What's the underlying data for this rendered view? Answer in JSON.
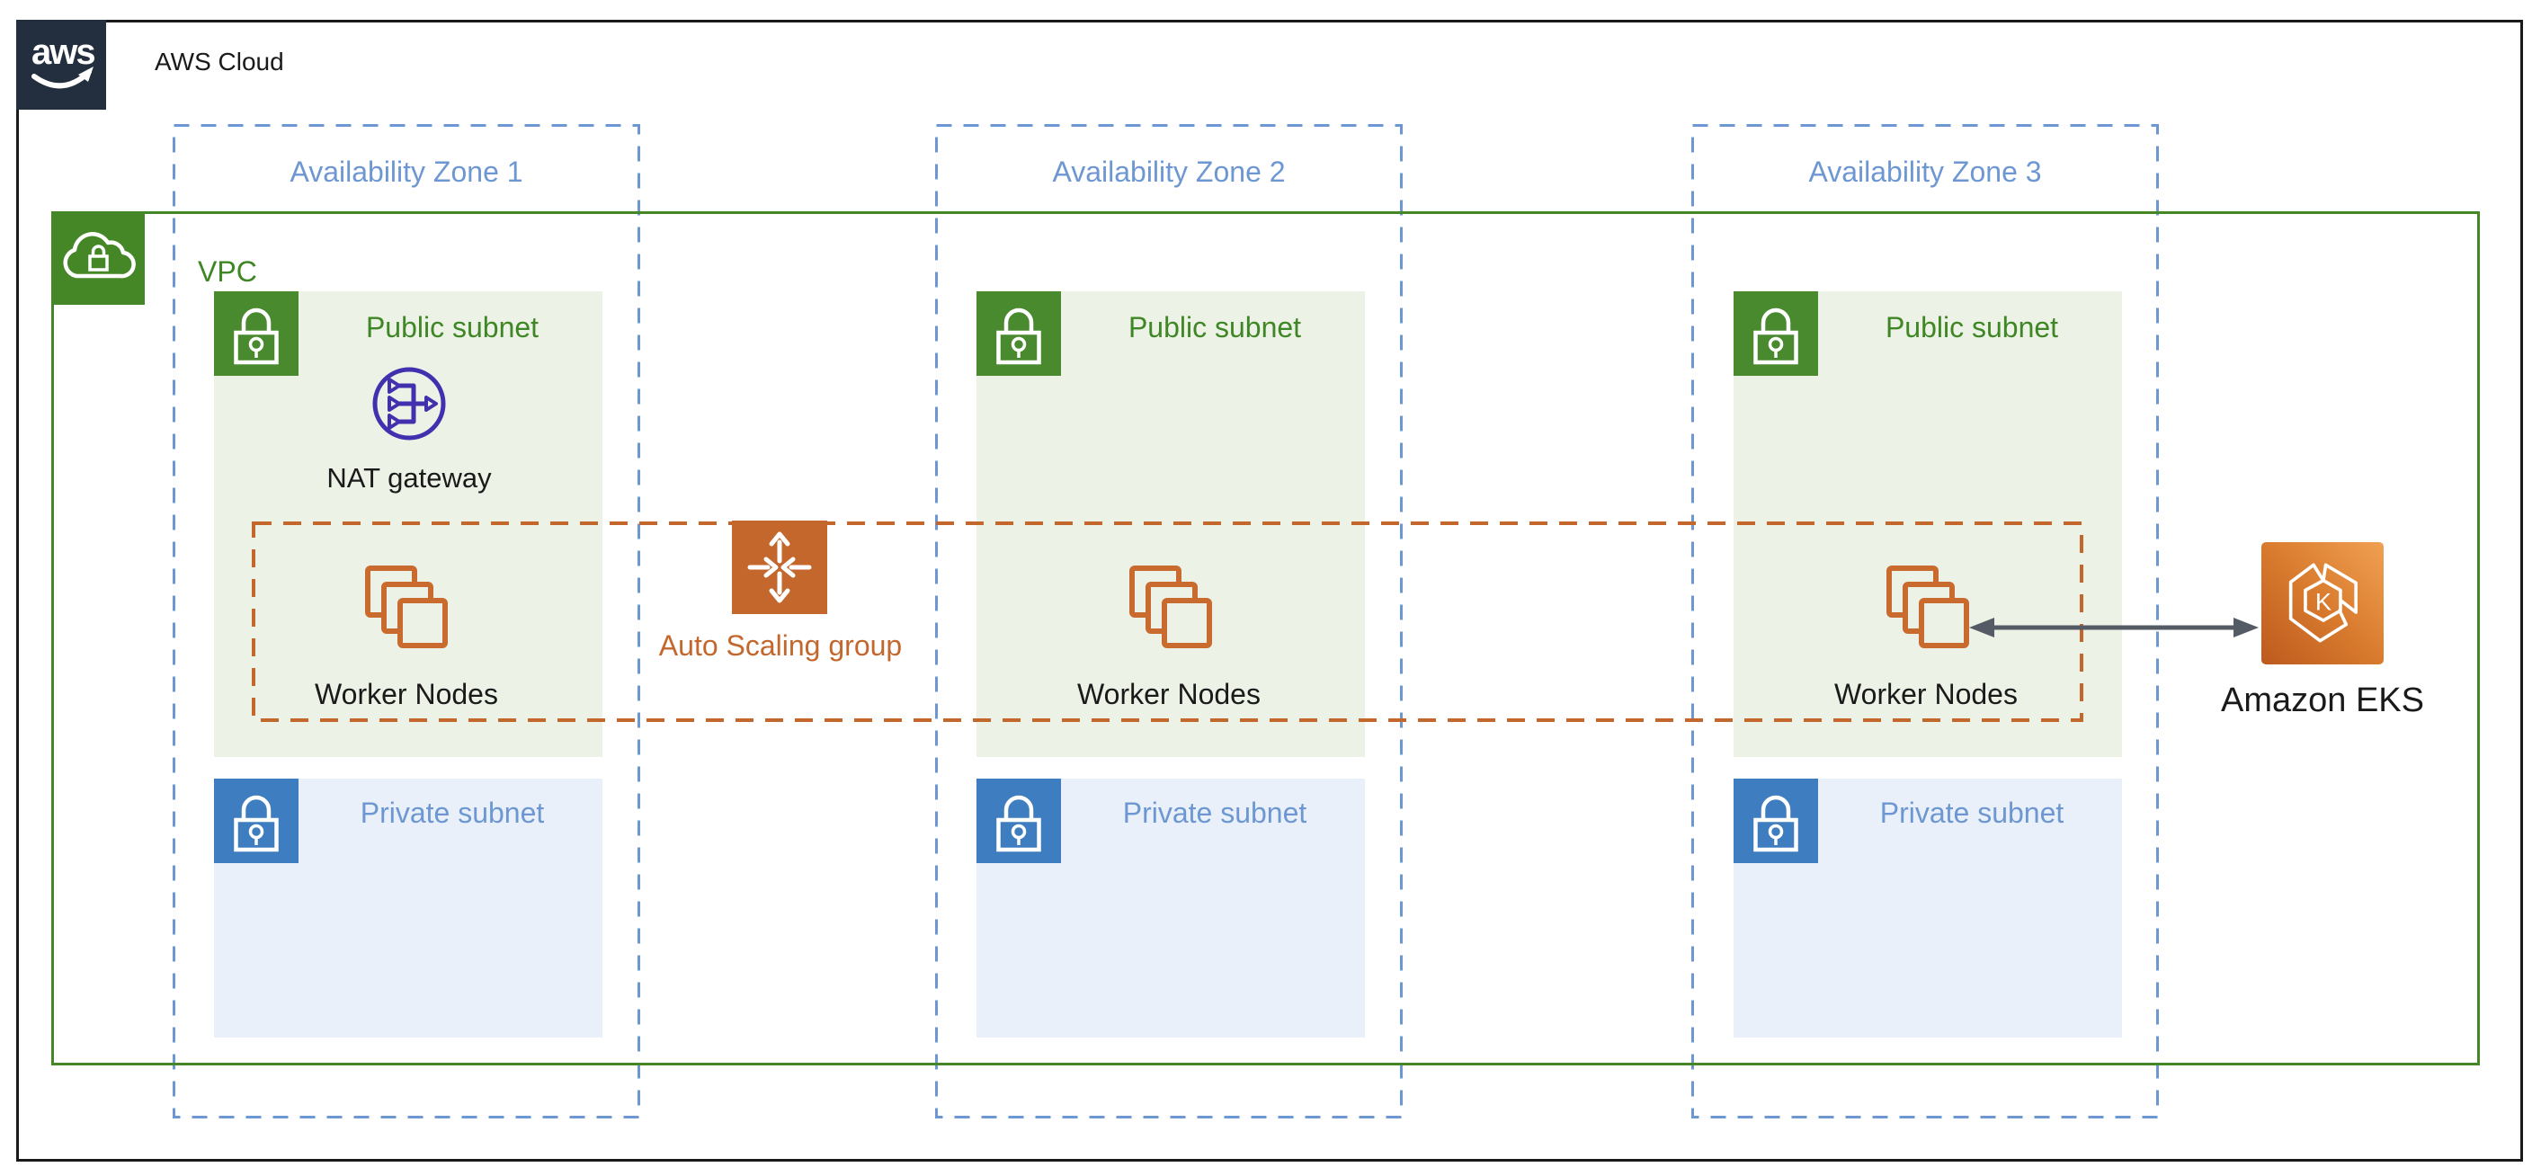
{
  "diagram": {
    "aws_cloud": {
      "logo": "aws",
      "title": "AWS Cloud"
    },
    "vpc": {
      "label": "VPC"
    },
    "zones": [
      {
        "label": "Availability Zone 1"
      },
      {
        "label": "Availability Zone 2"
      },
      {
        "label": "Availability Zone 3"
      }
    ],
    "subnets": {
      "public": "Public subnet",
      "private": "Private subnet"
    },
    "nat_gateway": {
      "label": "NAT gateway"
    },
    "worker_nodes": {
      "label": "Worker Nodes"
    },
    "auto_scaling_group": {
      "label": "Auto Scaling group"
    },
    "eks": {
      "label": "Amazon EKS",
      "letter": "K"
    },
    "colors": {
      "aws_dark": "#232F3E",
      "border_black": "#1A1A1A",
      "green": "#3F8624",
      "green_icon_bg": "#4A8A2F",
      "public_subnet_fill": "#ECF2E6",
      "blue_dash": "#6D97D2",
      "private_icon_bg": "#3D7DC0",
      "private_subnet_fill": "#E9F0F9",
      "orange_auto_scaling": "#C4672C",
      "orange_worker_nodes": "#C96A2E",
      "purple_nat_gateway": "#4230AE",
      "arrow_gray": "#545B64",
      "eks_gradient_light": "#F0A052",
      "eks_gradient_dark": "#BC5A1E"
    }
  }
}
